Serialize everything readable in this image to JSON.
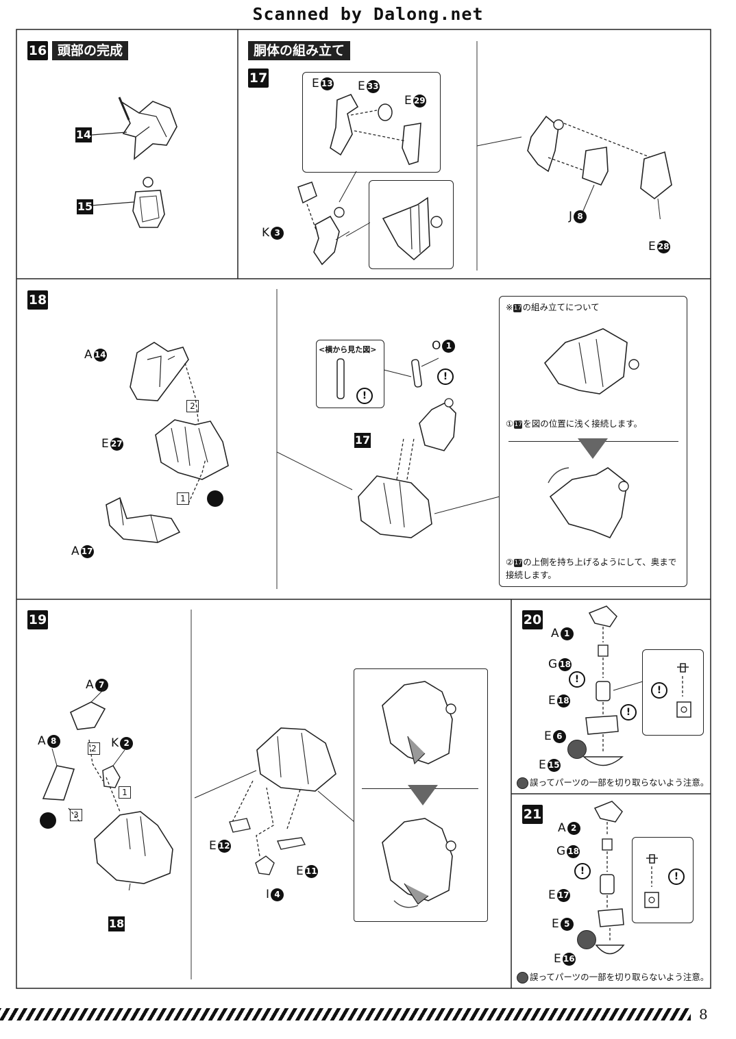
{
  "header": {
    "scan_credit": "Scanned by Dalong.net"
  },
  "step16": {
    "num": "16",
    "title": "頭部の完成",
    "tags": [
      "14",
      "15"
    ]
  },
  "step17": {
    "section_title": "胴体の組み立て",
    "num": "17",
    "labels": [
      {
        "letter": "E",
        "num": "13"
      },
      {
        "letter": "E",
        "num": "33"
      },
      {
        "letter": "E",
        "num": "29"
      },
      {
        "letter": "K",
        "num": "3"
      },
      {
        "letter": "J",
        "num": "8"
      },
      {
        "letter": "E",
        "num": "28"
      }
    ]
  },
  "step18": {
    "num": "18",
    "labels": [
      {
        "letter": "A",
        "num": "14"
      },
      {
        "letter": "E",
        "num": "27"
      },
      {
        "letter": "A",
        "num": "17"
      },
      {
        "letter": "O",
        "num": "1"
      }
    ],
    "order": [
      "1",
      "2"
    ],
    "side_view_label": "<横から見た図>",
    "tag": "17",
    "note_title_pre": "※",
    "note_title_num": "17",
    "note_title_post": "の組み立てについて",
    "note1_pre": "①",
    "note1_num": "17",
    "note1_post": "を図の位置に浅く接続します。",
    "note2_pre": "②",
    "note2_num": "17",
    "note2_post": "の上側を持ち上げるようにして、奥まで接続します。"
  },
  "step19": {
    "num": "19",
    "labels": [
      {
        "letter": "A",
        "num": "7"
      },
      {
        "letter": "A",
        "num": "8"
      },
      {
        "letter": "K",
        "num": "2"
      },
      {
        "letter": "E",
        "num": "12"
      },
      {
        "letter": "E",
        "num": "11"
      },
      {
        "letter": "I",
        "num": "4"
      }
    ],
    "order": [
      "1",
      "2",
      "3"
    ],
    "tag": "18"
  },
  "step20": {
    "num": "20",
    "labels": [
      {
        "letter": "A",
        "num": "1"
      },
      {
        "letter": "G",
        "num": "18"
      },
      {
        "letter": "E",
        "num": "18"
      },
      {
        "letter": "E",
        "num": "6"
      },
      {
        "letter": "E",
        "num": "15"
      }
    ],
    "warning": "誤ってパーツの一部を切り取らないよう注意。"
  },
  "step21": {
    "num": "21",
    "labels": [
      {
        "letter": "A",
        "num": "2"
      },
      {
        "letter": "G",
        "num": "18"
      },
      {
        "letter": "E",
        "num": "17"
      },
      {
        "letter": "E",
        "num": "5"
      },
      {
        "letter": "E",
        "num": "16"
      }
    ],
    "warning": "誤ってパーツの一部を切り取らないよう注意。"
  },
  "footer": {
    "page_number": "8"
  }
}
